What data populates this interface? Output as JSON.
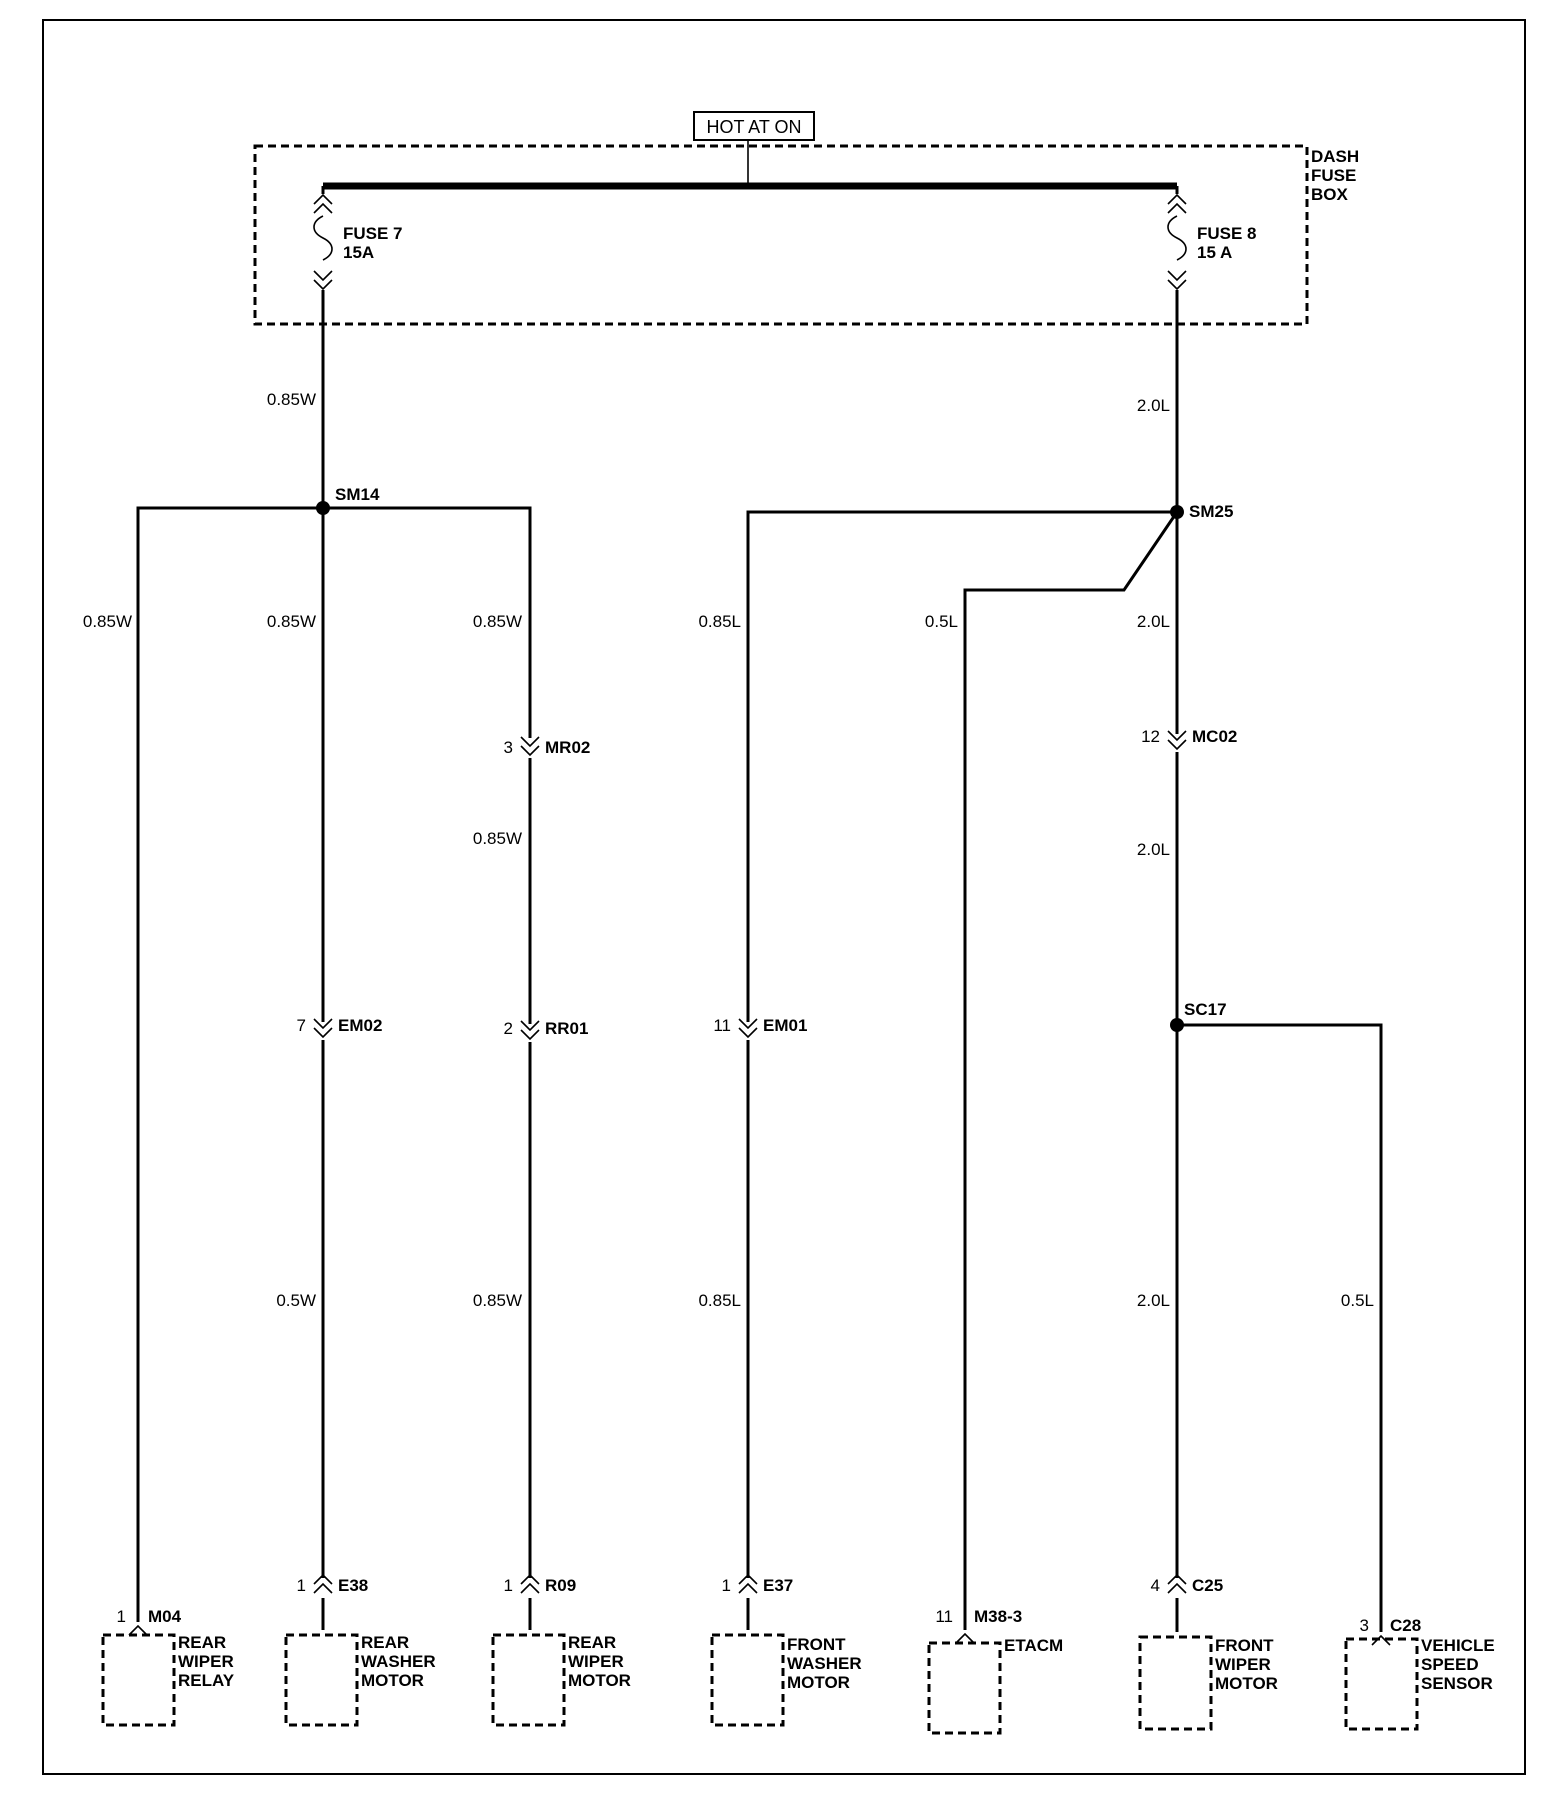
{
  "hot_label": "HOT AT ON",
  "fuse_box": {
    "line1": "DASH",
    "line2": "FUSE",
    "line3": "BOX"
  },
  "fuse7": {
    "name": "FUSE 7",
    "rating": "15A"
  },
  "fuse8": {
    "name": "FUSE 8",
    "rating": "15 A"
  },
  "splices": {
    "sm14": "SM14",
    "sm25": "SM25",
    "sc17": "SC17"
  },
  "wires": {
    "fuse7_out": "0.85W",
    "fuse8_out": "2.0L",
    "relay_branch": "0.85W",
    "washer_branch": "0.85W",
    "rear_motor_branch": "0.85W",
    "rear_motor_mid": "0.85W",
    "washer_lower": "0.5W",
    "rear_motor_lower": "0.85W",
    "front_washer_upper": "0.85L",
    "front_washer_lower": "0.85L",
    "etacm_branch": "0.5L",
    "sm25_down": "2.0L",
    "mc02_down": "2.0L",
    "front_wiper": "2.0L",
    "speed_sensor": "0.5L"
  },
  "connectors": {
    "mr02": {
      "pin": "3",
      "name": "MR02"
    },
    "mc02": {
      "pin": "12",
      "name": "MC02"
    },
    "em02": {
      "pin": "7",
      "name": "EM02"
    },
    "rr01": {
      "pin": "2",
      "name": "RR01"
    },
    "em01": {
      "pin": "11",
      "name": "EM01"
    },
    "m04": {
      "pin": "1",
      "name": "M04"
    },
    "e38": {
      "pin": "1",
      "name": "E38"
    },
    "r09": {
      "pin": "1",
      "name": "R09"
    },
    "e37": {
      "pin": "1",
      "name": "E37"
    },
    "m38": {
      "pin": "11",
      "name": "M38-3"
    },
    "c25": {
      "pin": "4",
      "name": "C25"
    },
    "c28": {
      "pin": "3",
      "name": "C28"
    }
  },
  "components": {
    "rear_wiper_relay": [
      "REAR",
      "WIPER",
      "RELAY"
    ],
    "rear_washer_motor": [
      "REAR",
      "WASHER",
      "MOTOR"
    ],
    "rear_wiper_motor": [
      "REAR",
      "WIPER",
      "MOTOR"
    ],
    "front_washer_motor": [
      "FRONT",
      "WASHER",
      "MOTOR"
    ],
    "etacm": [
      "ETACM"
    ],
    "front_wiper_motor": [
      "FRONT",
      "WIPER",
      "MOTOR"
    ],
    "vehicle_speed_sensor": [
      "VEHICLE",
      "SPEED",
      "SENSOR"
    ]
  }
}
